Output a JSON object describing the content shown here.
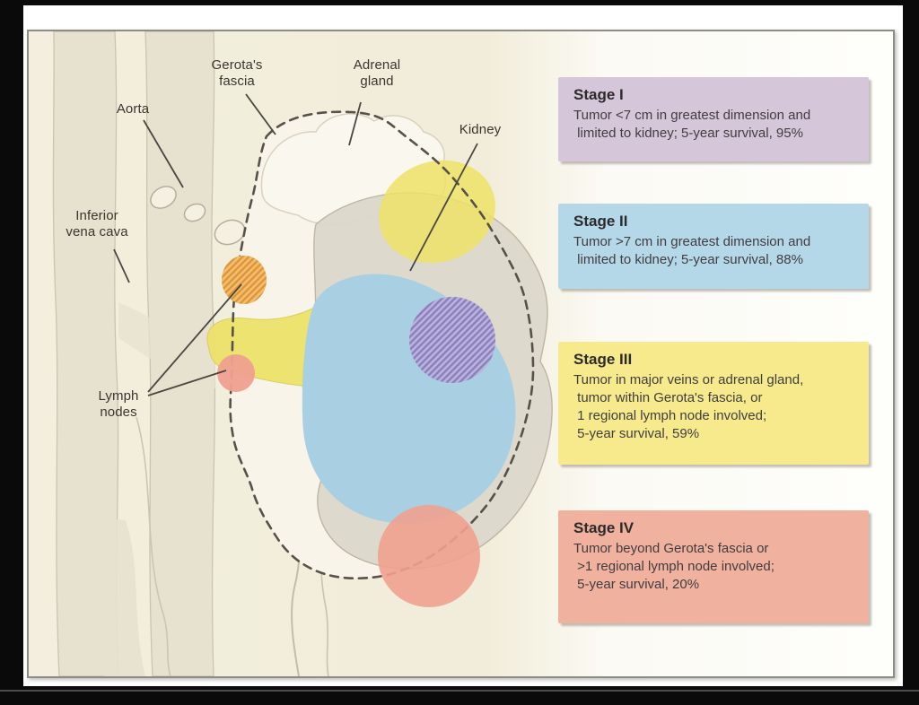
{
  "figure": {
    "type": "medical-staging-diagram",
    "subject": "Staging of renal-cell carcinoma (kidney tumor stages I-IV)"
  },
  "colors": {
    "canvas": "#0a0a0a",
    "page": "#ffffff",
    "panel_border": "#8d8d85",
    "cream": "#f3eedd",
    "fascia_fill": "#f8f4e9",
    "vessel": "#e7e1cf",
    "vessel_outline": "#cbc4ae",
    "stub_fill": "#f5f1e2",
    "kidney": "#dcd8cc",
    "kidney_outline": "#b9b3a2",
    "yellow_tumor": "#ede266",
    "blue_tumor": "#a9cfe3",
    "purple_base": "#bcb3d8",
    "purple_stripe": "#8a7fc0",
    "orange_base": "#f2bd6e",
    "orange_stripe": "#dd9334",
    "salmon": "#efa08f",
    "dash_line": "#56524a",
    "leader_line": "#4a4742",
    "label_text": "#39362f",
    "stage1_bg": "#d6c6d9",
    "stage2_bg": "#b5d8e9",
    "stage3_bg": "#f6ea8d",
    "stage4_bg": "#f0b19f"
  },
  "anatomy": {
    "labels": [
      {
        "id": "aorta",
        "text": "Aorta"
      },
      {
        "id": "gerotas-fascia",
        "text": "Gerota's\nfascia"
      },
      {
        "id": "adrenal-gland",
        "text": "Adrenal\ngland"
      },
      {
        "id": "kidney",
        "text": "Kidney"
      },
      {
        "id": "inferior-vena-cava",
        "text": "Inferior\nvena cava"
      },
      {
        "id": "lymph-nodes",
        "text": "Lymph\nnodes"
      }
    ]
  },
  "stages": [
    {
      "id": "stage-1",
      "title": "Stage I",
      "body": "Tumor <7 cm in greatest dimension and\n limited to kidney; 5-year survival, 95%",
      "survival": "95%",
      "bg": "#d6c6d9"
    },
    {
      "id": "stage-2",
      "title": "Stage II",
      "body": "Tumor >7 cm in greatest dimension and\n limited to kidney; 5-year survival, 88%",
      "survival": "88%",
      "bg": "#b5d8e9"
    },
    {
      "id": "stage-3",
      "title": "Stage III",
      "body": "Tumor in major veins or adrenal gland,\n tumor within Gerota's fascia, or\n 1 regional lymph node involved;\n 5-year survival, 59%",
      "survival": "59%",
      "bg": "#f6ea8d"
    },
    {
      "id": "stage-4",
      "title": "Stage IV",
      "body": "Tumor beyond Gerota's fascia or\n >1 regional lymph node involved;\n 5-year survival, 20%",
      "survival": "20%",
      "bg": "#f0b19f"
    }
  ]
}
